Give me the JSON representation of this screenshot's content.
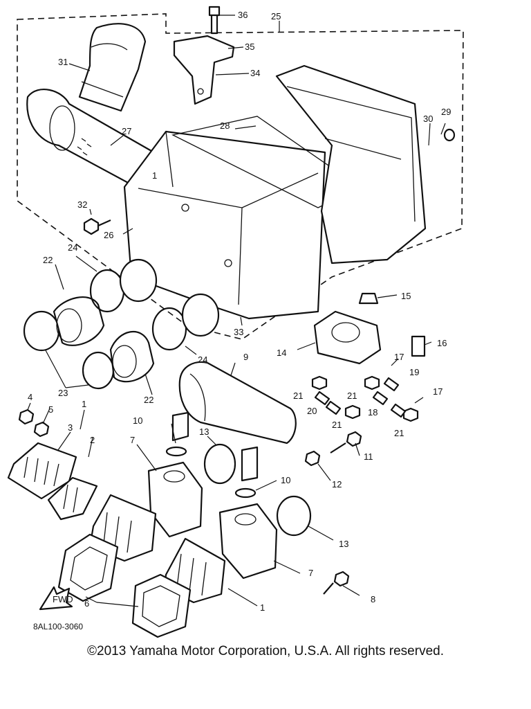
{
  "diagram": {
    "callouts": [
      "1",
      "1",
      "1",
      "2",
      "3",
      "4",
      "5",
      "6",
      "7",
      "7",
      "8",
      "9",
      "10",
      "10",
      "11",
      "12",
      "13",
      "13",
      "14",
      "15",
      "16",
      "17",
      "17",
      "18",
      "19",
      "20",
      "21",
      "21",
      "21",
      "21",
      "22",
      "22",
      "23",
      "24",
      "24",
      "25",
      "26",
      "27",
      "28",
      "29",
      "30",
      "31",
      "32",
      "33",
      "34",
      "35",
      "36"
    ],
    "front_marker": "FWD",
    "drawing_code": "8AL100-3060"
  },
  "footer": {
    "copyright": "©2013 Yamaha Motor Corporation, U.S.A. All rights reserved."
  }
}
